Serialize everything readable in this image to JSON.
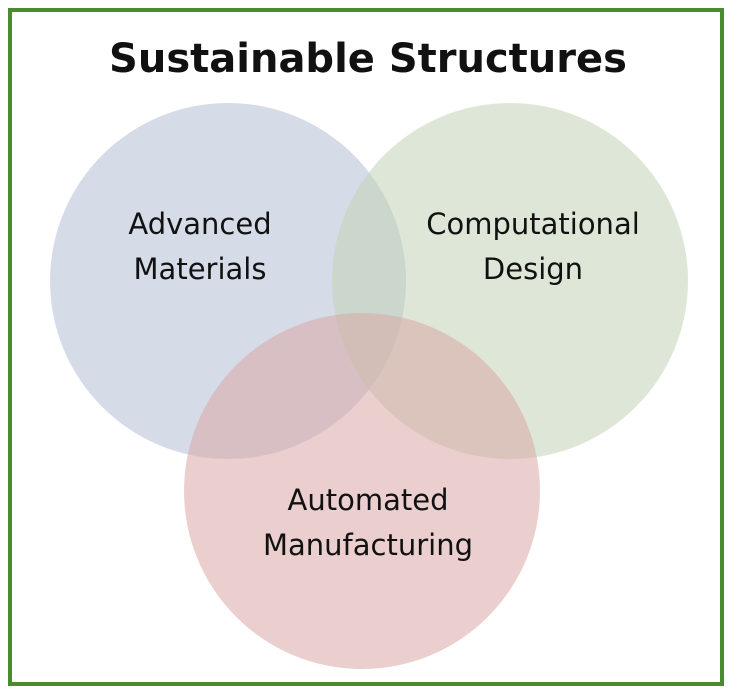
{
  "title": "Sustainable Structures",
  "frame_color": "#4b8b2e",
  "circles": [
    {
      "id": "advanced-materials",
      "line1": "Advanced",
      "line2": "Materials",
      "color": "#b3bfd6"
    },
    {
      "id": "computational-design",
      "line1": "Computational",
      "line2": "Design",
      "color": "#c3d4b6"
    },
    {
      "id": "automated-manufacturing",
      "line1": "Automated",
      "line2": "Manufacturing",
      "color": "#d8a8a5"
    }
  ]
}
